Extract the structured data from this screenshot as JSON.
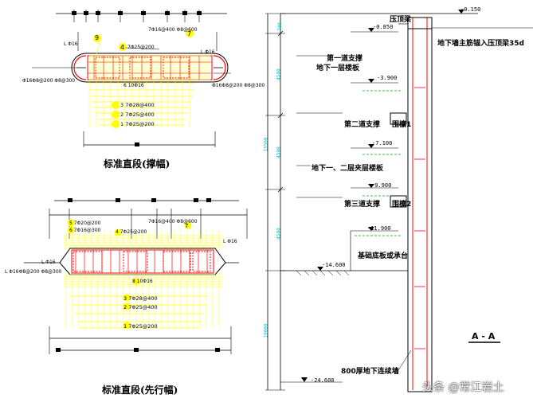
{
  "colors": {
    "line": "#000000",
    "rebar": "#ffff00",
    "tie": "#ff0000",
    "dim": "#00ffff",
    "soil": "#00aa00",
    "balloon": "#ffff00"
  },
  "left_top": {
    "caption": "标准直段(撑幅)",
    "marks": {
      "m9": "9",
      "m4": "4",
      "m7": "7"
    },
    "labels": {
      "bar4": "7Φ25@200",
      "bar7": "7Φ16@400 Φ8@600",
      "l16a": "L Φ16",
      "l16b": "L Φ16",
      "side_left": "Φ16Φ8@200 Φ8@300",
      "side_right": "Φ16Φ8@200 Φ8@300",
      "bar6": "6  10Φ16",
      "bar3": "3  7Φ28@400",
      "bar2": "2  7Φ25@400",
      "bar1": "1  7Φ25@200"
    }
  },
  "left_bottom": {
    "caption": "标准直段(先行幅)",
    "labels": {
      "bar5": "5  7Φ20@200",
      "bar6": "6  7Φ16@300",
      "bar4": "4  7Φ25@200",
      "bar7": "7Φ16@400 Φ8@600",
      "mark7": "7",
      "l16a": "L Φ16",
      "l16b": "L Φ16",
      "side_left": "L Φ16Φ8@200 Φ8@300",
      "bar8": "8  10Φ16",
      "bar3": "3  7Φ28@400",
      "bar2": "2  7Φ25@400",
      "bar1": "1  7Φ25@200"
    }
  },
  "section": {
    "title": "A - A",
    "labels": {
      "crown_beam": "压顶梁",
      "anchor_note": "地下墙主筋锚入压顶梁35d",
      "strut1": "第一道支撑",
      "floor_b1": "地下一层楼板",
      "strut2": "第二道支撑",
      "purlin1": "围檩1",
      "floor_b2": "地下一、二层夹层楼板",
      "strut3": "第三道支撑",
      "purlin2": "围檩2",
      "base_slab": "基础底板或承台",
      "wall": "800厚地下连续墙"
    },
    "elevations": {
      "top": "-0.150",
      "e1": "-0.850",
      "e2": "-3.900",
      "e3": "-7.100",
      "e4": "-9.900",
      "e5": "-11.900",
      "e6": "-14.600",
      "bottom": "-24.600"
    },
    "dims": {
      "d1": "700",
      "d2": "4500",
      "d3": "4500",
      "d4": "4500",
      "total": "15500",
      "lower": "10000"
    }
  },
  "watermark": "头条 @常江岩土"
}
